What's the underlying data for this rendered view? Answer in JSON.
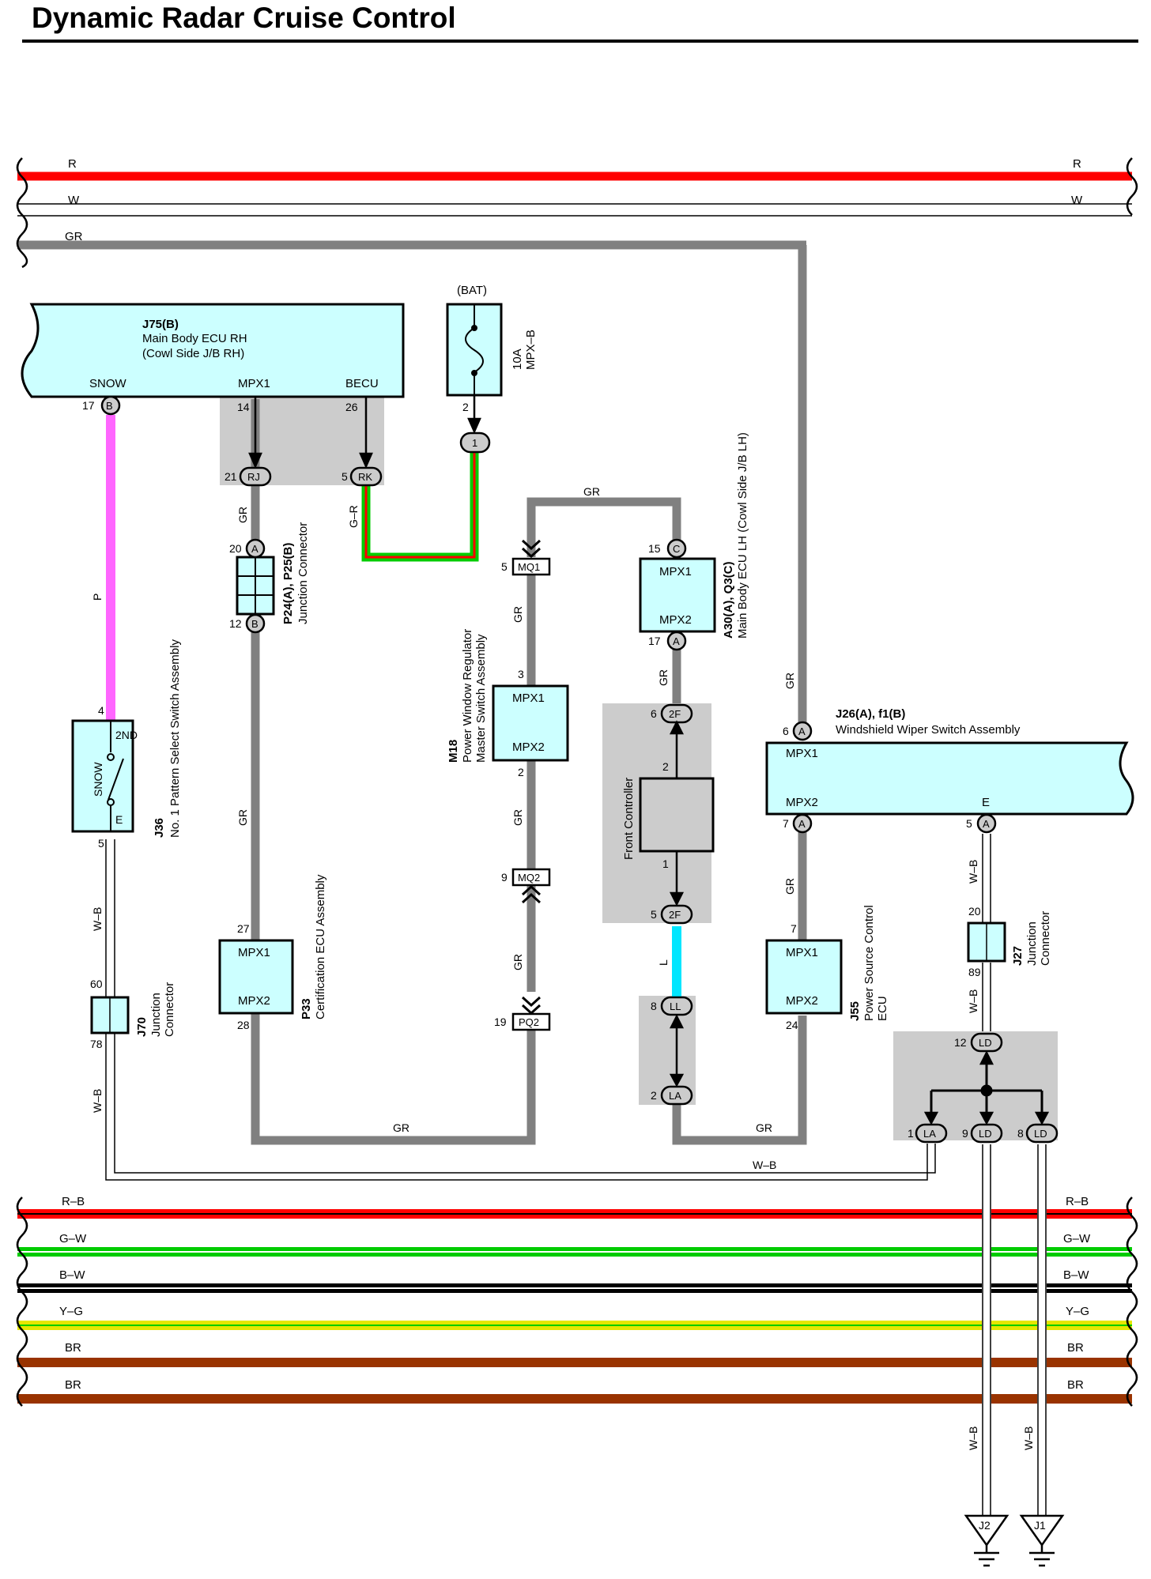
{
  "title": "Dynamic Radar Cruise Control",
  "colors": {
    "R": "#ff0000",
    "W": "#ffffff",
    "GR": "#808080",
    "P": "#ff66ff",
    "L": "#00e6ff",
    "G": "#00cc00",
    "B": "#000000",
    "Y": "#e6e600",
    "BR": "#993300",
    "component_fill": "#ccffff",
    "shade": "#cccccc"
  },
  "top_buses": [
    {
      "label": "R"
    },
    {
      "label": "W"
    },
    {
      "label": "GR"
    }
  ],
  "bottom_buses": [
    {
      "label": "R–B"
    },
    {
      "label": "G–W"
    },
    {
      "label": "B–W"
    },
    {
      "label": "Y–G"
    },
    {
      "label": "BR"
    },
    {
      "label": "BR"
    }
  ],
  "components": {
    "j75": {
      "code": "J75(B)",
      "name": "Main Body ECU RH",
      "sub": "(Cowl Side J/B RH)",
      "pins": [
        "SNOW",
        "MPX1",
        "BECU"
      ]
    },
    "fuse": {
      "source": "(BAT)",
      "rating": "10A",
      "name": "MPX–B"
    },
    "p24": {
      "code": "P24(A), P25(B)",
      "name": "Junction Connector"
    },
    "j36": {
      "code": "J36",
      "name": "No. 1 Pattern Select Switch Assembly",
      "pins": [
        "2ND",
        "SNOW",
        "E"
      ]
    },
    "j70": {
      "code": "J70",
      "name1": "Junction",
      "name2": "Connector"
    },
    "p33": {
      "code": "P33",
      "name": "Certification ECU Assembly",
      "pins": [
        "MPX1",
        "MPX2"
      ]
    },
    "m18": {
      "code": "M18",
      "name1": "Power Window Regulator",
      "name2": "Master Switch Assembly",
      "pins": [
        "MPX1",
        "MPX2"
      ]
    },
    "a30": {
      "code": "A30(A), Q3(C)",
      "name": "Main Body ECU LH (Cowl Side J/B LH)",
      "pins": [
        "MPX1",
        "MPX2"
      ]
    },
    "front": {
      "name": "Front Controller"
    },
    "j26": {
      "code": "J26(A), f1(B)",
      "name": "Windshield Wiper Switch Assembly",
      "pins": [
        "MPX1",
        "MPX2",
        "E"
      ]
    },
    "j55": {
      "code": "J55",
      "name1": "Power Source Control",
      "name2": "ECU",
      "pins": [
        "MPX1",
        "MPX2"
      ]
    },
    "j27": {
      "code": "J27",
      "name1": "Junction",
      "name2": "Connector"
    }
  },
  "connectors": {
    "B": "B",
    "RJ": "RJ",
    "RK": "RK",
    "one": "1",
    "A": "A",
    "C": "C",
    "MQ1": "MQ1",
    "MQ2": "MQ2",
    "PQ2": "PQ2",
    "2F": "2F",
    "LL": "LL",
    "LA": "LA",
    "LD": "LD"
  },
  "pins": {
    "p17": "17",
    "p14": "14",
    "p26": "26",
    "p2": "2",
    "p21": "21",
    "p5": "5",
    "p20": "20",
    "p12": "12",
    "p4": "4",
    "p27": "27",
    "p28": "28",
    "p60": "60",
    "p78": "78",
    "p3": "3",
    "p9": "9",
    "p19": "19",
    "p15": "15",
    "p6": "6",
    "p1": "1",
    "p8": "8",
    "p7": "7",
    "p24": "24",
    "p89": "89"
  },
  "wire_labels": {
    "gr": "GR",
    "gr_dash_r": "G–R",
    "p": "P",
    "w_b": "W–B",
    "l": "L"
  },
  "grounds": [
    "J2",
    "J1"
  ]
}
